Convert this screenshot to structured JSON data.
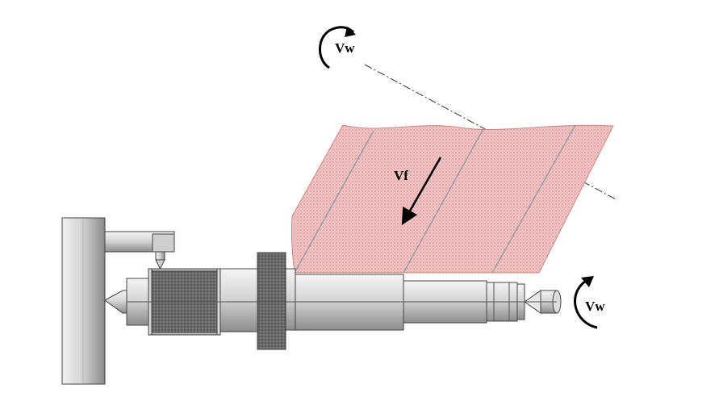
{
  "labels": {
    "vw_top": "Vw",
    "vf": "Vf",
    "vw_right": "Vw"
  },
  "colors": {
    "wheel_fill": "#f2c4c4",
    "wheel_stipple": "#d88e8e",
    "metal_light": "#d8d8d8",
    "metal_dark": "#8a8a8a",
    "outline": "#333333"
  },
  "icons": {
    "top_rotation": "curved-arrow-clockwise-icon",
    "right_rotation": "curved-arrow-clockwise-icon",
    "feed": "straight-arrow-icon"
  }
}
